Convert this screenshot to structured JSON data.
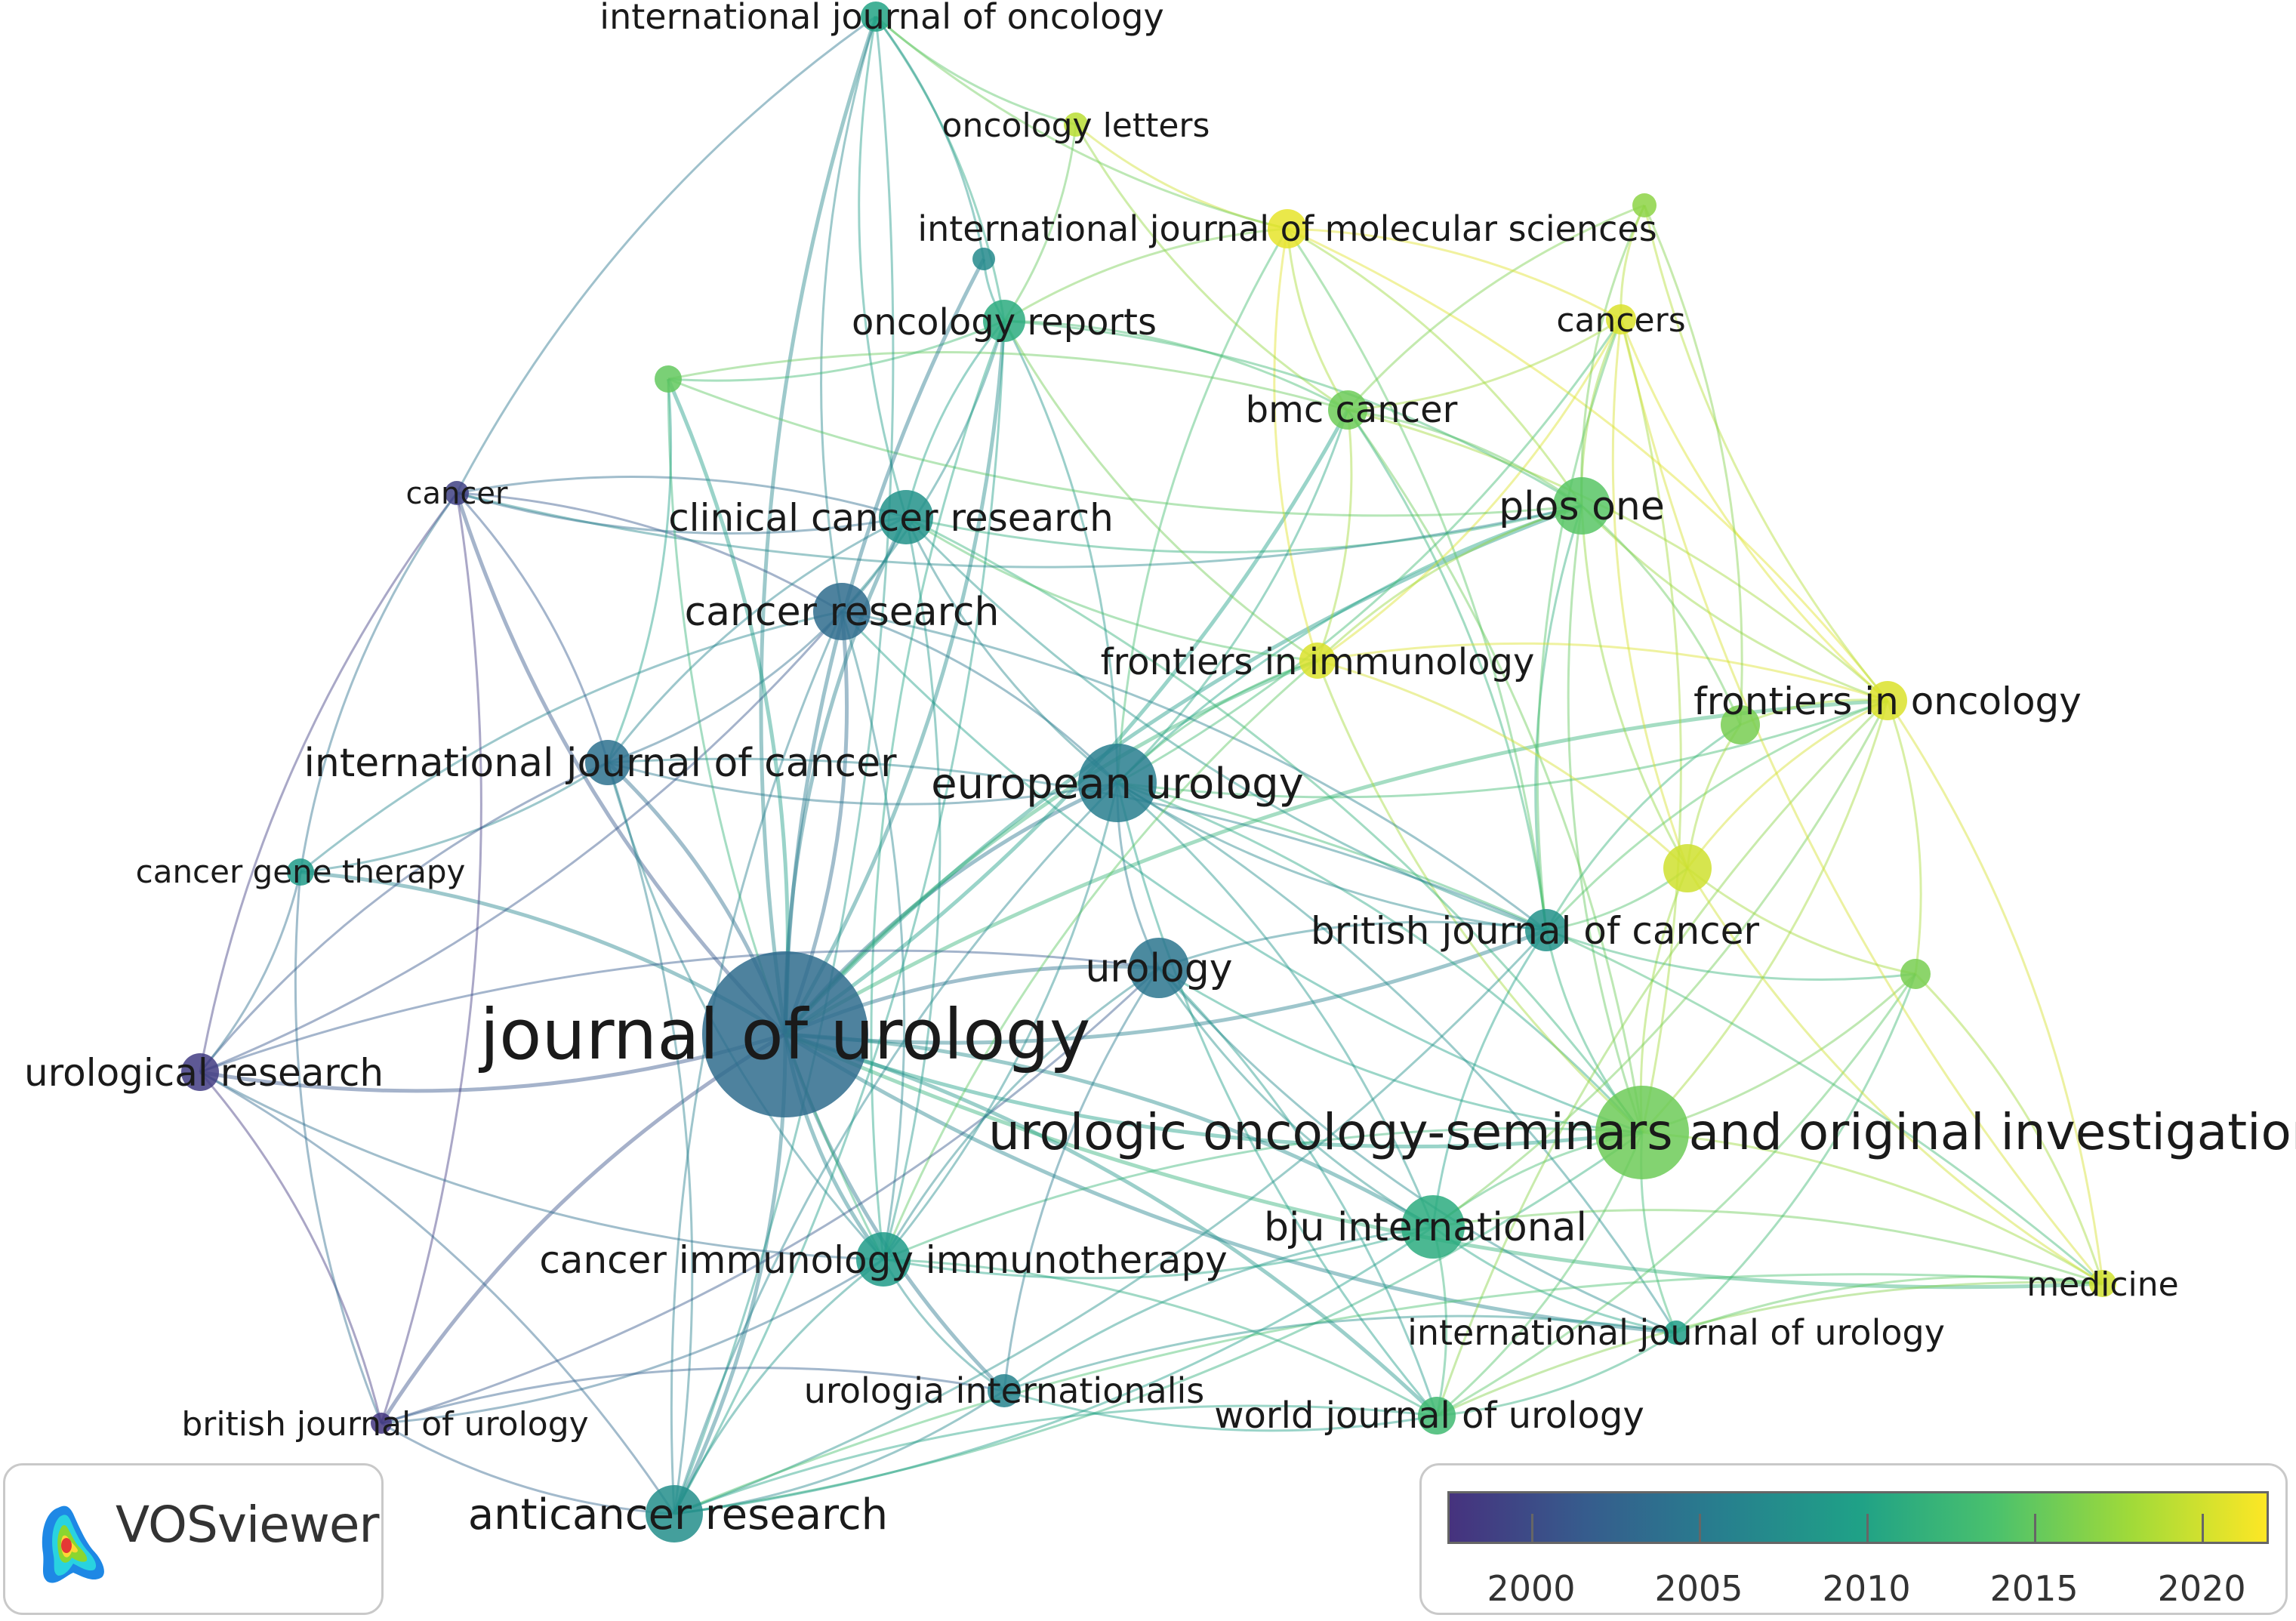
{
  "colors": {
    "viridis": [
      "#46327e",
      "#365c8d",
      "#277f8e",
      "#1fa187",
      "#4ac16d",
      "#a0da39",
      "#fde725"
    ]
  },
  "scale": {
    "min": 1997.5,
    "max": 2022,
    "ticks": [
      "2000",
      "2005",
      "2010",
      "2015",
      "2020"
    ]
  },
  "logo": {
    "text": "VOSviewer"
  },
  "nodes": [
    {
      "id": "jou",
      "label": "journal of urology",
      "year": 2003.5
    },
    {
      "id": "uro_onc",
      "label": "urologic oncology-seminars and original investigations",
      "year": 2015.5
    },
    {
      "id": "eur",
      "label": "european urology",
      "year": 2005.5
    },
    {
      "id": "canres",
      "label": "cancer research",
      "year": 2003.5
    },
    {
      "id": "clin",
      "label": "clinical cancer research",
      "year": 2008
    },
    {
      "id": "ijc",
      "label": "international journal of cancer",
      "year": 2004
    },
    {
      "id": "urology",
      "label": "urology",
      "year": 2004.5
    },
    {
      "id": "bjc",
      "label": "british journal of cancer",
      "year": 2008
    },
    {
      "id": "bju",
      "label": "bju international",
      "year": 2011
    },
    {
      "id": "cii",
      "label": "cancer immunology immunotherapy",
      "year": 2009
    },
    {
      "id": "acr",
      "label": "anticancer research",
      "year": 2007.5
    },
    {
      "id": "uroint",
      "label": "urologia internationalis",
      "year": 2006
    },
    {
      "id": "wju",
      "label": "world journal of urology",
      "year": 2013
    },
    {
      "id": "iju",
      "label": "international journal of urology",
      "year": 2009.5
    },
    {
      "id": "medicine",
      "label": "medicine",
      "year": 2020
    },
    {
      "id": "frontonc",
      "label": "frontiers in oncology",
      "year": 2020.5
    },
    {
      "id": "frontimm",
      "label": "frontiers in immunology",
      "year": 2020.5
    },
    {
      "id": "plos",
      "label": "plos one",
      "year": 2014.5
    },
    {
      "id": "bmc",
      "label": "bmc cancer",
      "year": 2015.5
    },
    {
      "id": "cancers",
      "label": "cancers",
      "year": 2020.5
    },
    {
      "id": "ijms",
      "label": "international journal of molecular sciences",
      "year": 2021
    },
    {
      "id": "onclet",
      "label": "oncology letters",
      "year": 2019
    },
    {
      "id": "oncrep",
      "label": "oncology reports",
      "year": 2011
    },
    {
      "id": "ijo",
      "label": "international journal of oncology",
      "year": 2010
    },
    {
      "id": "cancer",
      "label": "cancer",
      "year": 1999
    },
    {
      "id": "cgt",
      "label": "cancer gene therapy",
      "year": 2009
    },
    {
      "id": "urores",
      "label": "urological research",
      "year": 1998.5
    },
    {
      "id": "bjurol",
      "label": "british journal of urology",
      "year": 1998
    },
    {
      "id": "u1",
      "label": "",
      "year": 2015
    },
    {
      "id": "u2",
      "label": "",
      "year": 2017
    },
    {
      "id": "u3",
      "label": "",
      "year": 2020
    },
    {
      "id": "u4",
      "label": "",
      "year": 2016
    },
    {
      "id": "u5",
      "label": "",
      "year": 2016
    },
    {
      "id": "u6",
      "label": "",
      "year": 2007
    }
  ],
  "edges": [
    [
      "jou",
      "uro_onc"
    ],
    [
      "jou",
      "eur"
    ],
    [
      "jou",
      "canres"
    ],
    [
      "jou",
      "clin"
    ],
    [
      "jou",
      "ijc"
    ],
    [
      "jou",
      "urology"
    ],
    [
      "jou",
      "bjc"
    ],
    [
      "jou",
      "bju"
    ],
    [
      "jou",
      "cii"
    ],
    [
      "jou",
      "acr"
    ],
    [
      "jou",
      "uroint"
    ],
    [
      "jou",
      "wju"
    ],
    [
      "jou",
      "iju"
    ],
    [
      "jou",
      "cancer"
    ],
    [
      "jou",
      "cgt"
    ],
    [
      "jou",
      "urores"
    ],
    [
      "jou",
      "bjurol"
    ],
    [
      "jou",
      "plos"
    ],
    [
      "jou",
      "oncrep"
    ],
    [
      "jou",
      "frontonc"
    ],
    [
      "jou",
      "bmc"
    ],
    [
      "jou",
      "ijo"
    ],
    [
      "jou",
      "medicine"
    ],
    [
      "jou",
      "frontimm"
    ],
    [
      "uro_onc",
      "eur"
    ],
    [
      "uro_onc",
      "urology"
    ],
    [
      "uro_onc",
      "bju"
    ],
    [
      "uro_onc",
      "wju"
    ],
    [
      "uro_onc",
      "iju"
    ],
    [
      "uro_onc",
      "medicine"
    ],
    [
      "uro_onc",
      "frontonc"
    ],
    [
      "uro_onc",
      "plos"
    ],
    [
      "uro_onc",
      "bmc"
    ],
    [
      "uro_onc",
      "bjc"
    ],
    [
      "uro_onc",
      "cancers"
    ],
    [
      "uro_onc",
      "u3"
    ],
    [
      "uro_onc",
      "u5"
    ],
    [
      "uro_onc",
      "acr"
    ],
    [
      "uro_onc",
      "cii"
    ],
    [
      "uro_onc",
      "frontimm"
    ],
    [
      "uro_onc",
      "clin"
    ],
    [
      "uro_onc",
      "canres"
    ],
    [
      "eur",
      "urology"
    ],
    [
      "eur",
      "bju"
    ],
    [
      "eur",
      "canres"
    ],
    [
      "eur",
      "clin"
    ],
    [
      "eur",
      "bjc"
    ],
    [
      "eur",
      "plos"
    ],
    [
      "eur",
      "frontonc"
    ],
    [
      "eur",
      "frontimm"
    ],
    [
      "eur",
      "bmc"
    ],
    [
      "eur",
      "cii"
    ],
    [
      "eur",
      "wju"
    ],
    [
      "eur",
      "iju"
    ],
    [
      "eur",
      "acr"
    ],
    [
      "eur",
      "ijc"
    ],
    [
      "eur",
      "oncrep"
    ],
    [
      "eur",
      "ijms"
    ],
    [
      "eur",
      "cancers"
    ],
    [
      "eur",
      "medicine"
    ],
    [
      "canres",
      "clin"
    ],
    [
      "canres",
      "ijc"
    ],
    [
      "canres",
      "cancer"
    ],
    [
      "canres",
      "cii"
    ],
    [
      "canres",
      "acr"
    ],
    [
      "canres",
      "bjc"
    ],
    [
      "canres",
      "oncrep"
    ],
    [
      "canres",
      "ijo"
    ],
    [
      "canres",
      "cgt"
    ],
    [
      "canres",
      "urores"
    ],
    [
      "clin",
      "ijc"
    ],
    [
      "clin",
      "cii"
    ],
    [
      "clin",
      "bjc"
    ],
    [
      "clin",
      "oncrep"
    ],
    [
      "clin",
      "frontimm"
    ],
    [
      "clin",
      "cancer"
    ],
    [
      "clin",
      "plos"
    ],
    [
      "clin",
      "ijo"
    ],
    [
      "ijc",
      "cii"
    ],
    [
      "ijc",
      "acr"
    ],
    [
      "ijc",
      "cancer"
    ],
    [
      "ijc",
      "cgt"
    ],
    [
      "ijc",
      "urores"
    ],
    [
      "ijc",
      "bjc"
    ],
    [
      "urology",
      "bju"
    ],
    [
      "urology",
      "wju"
    ],
    [
      "urology",
      "uroint"
    ],
    [
      "urology",
      "bjc"
    ],
    [
      "urology",
      "iju"
    ],
    [
      "bju",
      "wju"
    ],
    [
      "bju",
      "iju"
    ],
    [
      "bju",
      "bjc"
    ],
    [
      "bju",
      "uroint"
    ],
    [
      "bju",
      "medicine"
    ],
    [
      "bju",
      "frontonc"
    ],
    [
      "bjc",
      "plos"
    ],
    [
      "bjc",
      "bmc"
    ],
    [
      "bjc",
      "frontonc"
    ],
    [
      "bjc",
      "u3"
    ],
    [
      "bjc",
      "cancers"
    ],
    [
      "bjc",
      "ijms"
    ],
    [
      "bjc",
      "u4"
    ],
    [
      "bjc",
      "u5"
    ],
    [
      "bjc",
      "acr"
    ],
    [
      "frontonc",
      "frontimm"
    ],
    [
      "frontonc",
      "plos"
    ],
    [
      "frontonc",
      "bmc"
    ],
    [
      "frontonc",
      "cancers"
    ],
    [
      "frontonc",
      "ijms"
    ],
    [
      "frontonc",
      "medicine"
    ],
    [
      "frontonc",
      "u3"
    ],
    [
      "frontonc",
      "u5"
    ],
    [
      "frontonc",
      "u4"
    ],
    [
      "frontonc",
      "u2"
    ],
    [
      "frontonc",
      "wju"
    ],
    [
      "frontimm",
      "ijms"
    ],
    [
      "frontimm",
      "cancers"
    ],
    [
      "frontimm",
      "plos"
    ],
    [
      "frontimm",
      "bmc"
    ],
    [
      "frontimm",
      "u3"
    ],
    [
      "frontimm",
      "cii"
    ],
    [
      "frontimm",
      "oncrep"
    ],
    [
      "plos",
      "bmc"
    ],
    [
      "plos",
      "cancers"
    ],
    [
      "plos",
      "ijms"
    ],
    [
      "plos",
      "u2"
    ],
    [
      "plos",
      "u3"
    ],
    [
      "plos",
      "u4"
    ],
    [
      "plos",
      "oncrep"
    ],
    [
      "plos",
      "u1"
    ],
    [
      "bmc",
      "cancers"
    ],
    [
      "bmc",
      "ijms"
    ],
    [
      "bmc",
      "oncrep"
    ],
    [
      "bmc",
      "u2"
    ],
    [
      "bmc",
      "u1"
    ],
    [
      "bmc",
      "onclet"
    ],
    [
      "cancers",
      "ijms"
    ],
    [
      "cancers",
      "u2"
    ],
    [
      "cancers",
      "u3"
    ],
    [
      "ijms",
      "onclet"
    ],
    [
      "ijms",
      "oncrep"
    ],
    [
      "ijms",
      "ijo"
    ],
    [
      "oncrep",
      "ijo"
    ],
    [
      "oncrep",
      "u6"
    ],
    [
      "oncrep",
      "onclet"
    ],
    [
      "oncrep",
      "acr"
    ],
    [
      "oncrep",
      "cii"
    ],
    [
      "oncrep",
      "u1"
    ],
    [
      "ijo",
      "cancer"
    ],
    [
      "ijo",
      "acr"
    ],
    [
      "ijo",
      "onclet"
    ],
    [
      "ijo",
      "u6"
    ],
    [
      "cancer",
      "urores"
    ],
    [
      "cancer",
      "bjurol"
    ],
    [
      "cancer",
      "cgt"
    ],
    [
      "cancer",
      "clin"
    ],
    [
      "cancer",
      "plos"
    ],
    [
      "urores",
      "bjurol"
    ],
    [
      "urores",
      "cgt"
    ],
    [
      "urores",
      "acr"
    ],
    [
      "urores",
      "cii"
    ],
    [
      "urores",
      "urology"
    ],
    [
      "bjurol",
      "acr"
    ],
    [
      "bjurol",
      "cgt"
    ],
    [
      "bjurol",
      "cii"
    ],
    [
      "bjurol",
      "uroint"
    ],
    [
      "bjurol",
      "urology"
    ],
    [
      "acr",
      "cii"
    ],
    [
      "acr",
      "uroint"
    ],
    [
      "acr",
      "wju"
    ],
    [
      "acr",
      "bju"
    ],
    [
      "acr",
      "medicine"
    ],
    [
      "cii",
      "uroint"
    ],
    [
      "cii",
      "wju"
    ],
    [
      "cii",
      "bju"
    ],
    [
      "cii",
      "urology"
    ],
    [
      "uroint",
      "wju"
    ],
    [
      "uroint",
      "iju"
    ],
    [
      "wju",
      "iju"
    ],
    [
      "wju",
      "medicine"
    ],
    [
      "wju",
      "u5"
    ],
    [
      "iju",
      "medicine"
    ],
    [
      "iju",
      "u5"
    ],
    [
      "medicine",
      "u3"
    ],
    [
      "medicine",
      "u5"
    ],
    [
      "medicine",
      "cancers"
    ],
    [
      "u3",
      "u5"
    ],
    [
      "u3",
      "u4"
    ],
    [
      "u4",
      "u2"
    ],
    [
      "u1",
      "ijc"
    ],
    [
      "u1",
      "cii"
    ],
    [
      "u1",
      "jou"
    ],
    [
      "u6",
      "jou"
    ]
  ]
}
